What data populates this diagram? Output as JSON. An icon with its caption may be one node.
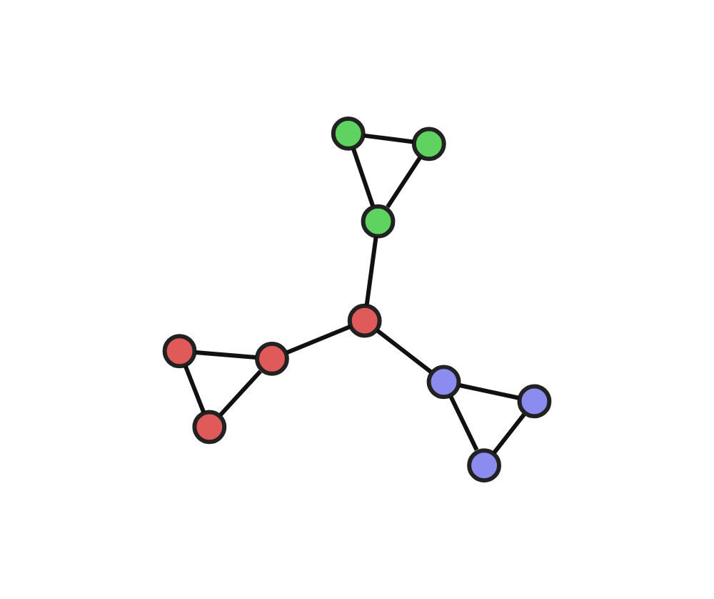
{
  "diagram": {
    "nodes": [
      {
        "text": [],
        "shape": "circle"
      },
      {
        "text": [],
        "shape": "circle"
      },
      {
        "text": [],
        "shape": "circle"
      },
      {
        "text": [],
        "shape": "circle"
      },
      {
        "text": [],
        "shape": "circle"
      },
      {
        "text": [],
        "shape": "circle"
      },
      {
        "text": [],
        "shape": "circle"
      },
      {
        "text": [],
        "shape": "circle"
      },
      {
        "text": [],
        "shape": "circle"
      },
      {
        "text": [],
        "shape": "circle"
      }
    ],
    "edges": [
      {
        "from": 0,
        "to": 2,
        "arrow": "none"
      },
      {
        "from": 0,
        "to": 4,
        "arrow": "none"
      },
      {
        "from": 2,
        "to": 4,
        "arrow": "none"
      },
      {
        "from": 2,
        "to": 3,
        "arrow": "none"
      },
      {
        "from": 3,
        "to": 5,
        "arrow": "none"
      },
      {
        "from": 3,
        "to": 7,
        "arrow": "none"
      },
      {
        "from": 1,
        "to": 5,
        "arrow": "none"
      },
      {
        "from": 1,
        "to": 6,
        "arrow": "none"
      },
      {
        "from": 5,
        "to": 6,
        "arrow": "none"
      },
      {
        "from": 7,
        "to": 8,
        "arrow": "none"
      },
      {
        "from": 7,
        "to": 9,
        "arrow": "none"
      },
      {
        "from": 8,
        "to": 9,
        "arrow": "none"
      }
    ]
  }
}
